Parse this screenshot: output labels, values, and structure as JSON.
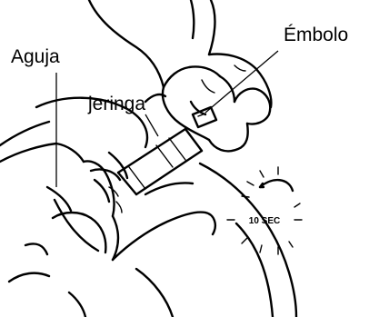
{
  "labels": {
    "needle": "Aguja",
    "plunger": "Émbolo",
    "syringe": "jeringa"
  },
  "timer": {
    "text": "10 SEC"
  }
}
